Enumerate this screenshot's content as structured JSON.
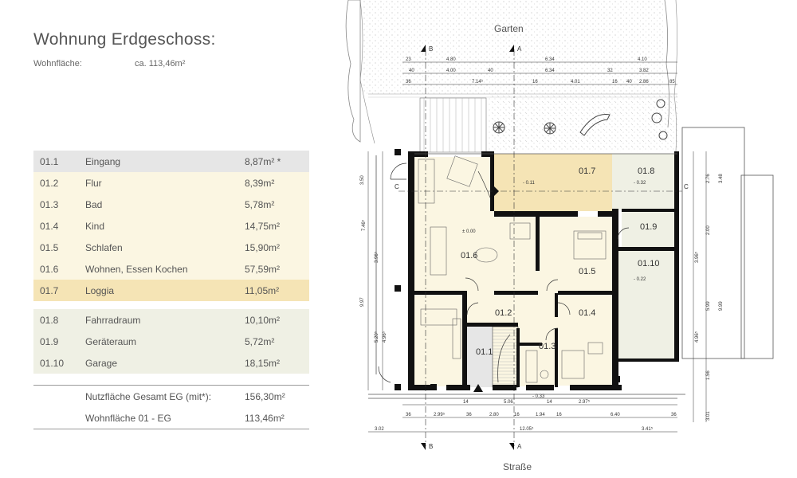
{
  "header": {
    "title": "Wohnung Erdgeschoss:",
    "living_area_label": "Wohnfläche:",
    "living_area_value": "ca. 113,46m²"
  },
  "rooms": [
    {
      "num": "01.1",
      "name": "Eingang",
      "area": "8,87m² *"
    },
    {
      "num": "01.2",
      "name": "Flur",
      "area": "8,39m²"
    },
    {
      "num": "01.3",
      "name": "Bad",
      "area": "5,78m²"
    },
    {
      "num": "01.4",
      "name": "Kind",
      "area": "14,75m²"
    },
    {
      "num": "01.5",
      "name": "Schlafen",
      "area": "15,90m²"
    },
    {
      "num": "01.6",
      "name": "Wohnen, Essen Kochen",
      "area": "57,59m²"
    },
    {
      "num": "01.7",
      "name": "Loggia",
      "area": "11,05m²"
    },
    {
      "num": "01.8",
      "name": "Fahrradraum",
      "area": "10,10m²"
    },
    {
      "num": "01.9",
      "name": "Geräteraum",
      "area": "5,72m²"
    },
    {
      "num": "01.10",
      "name": "Garage",
      "area": "18,15m²"
    }
  ],
  "totals": {
    "usable_label": "Nutzfläche Gesamt EG (mit*):",
    "usable_value": "156,30m²",
    "living_label": "Wohnfläche 01 - EG",
    "living_value": "113,46m²"
  },
  "plan": {
    "garden_label": "Garten",
    "street_label": "Straße",
    "section_marks": {
      "a": "A",
      "b": "B",
      "c": "C"
    },
    "room_labels": {
      "r011": "01.1",
      "r012": "01.2",
      "r013": "01.3",
      "r014": "01.4",
      "r015": "01.5",
      "r016": "01.6",
      "r017": "01.7",
      "r018": "01.8",
      "r019": "01.9",
      "r0110": "01.10"
    },
    "levels": {
      "l016": "± 0.00",
      "l017": "- 0.11",
      "l018": "- 0.32",
      "l0110": "- 0.22",
      "l_entry": "- 0.33"
    },
    "dims_top_1": [
      "23",
      "4.80",
      "6.34",
      "4.10"
    ],
    "dims_top_2": [
      "40",
      "4.00",
      "40",
      "6.34",
      "32",
      "3.82"
    ],
    "dims_top_3": [
      "36",
      "7.14⁵",
      "16",
      "4.01",
      "16",
      "40",
      "2.86",
      "85"
    ],
    "dims_bottom_1": [
      "14",
      "5.06",
      "14",
      "2.97⁵"
    ],
    "dims_bottom_2": [
      "36",
      "2.99⁵",
      "36",
      "2.80",
      "16",
      "1.94",
      "16",
      "6.40",
      "36"
    ],
    "dims_bottom_3": [
      "3.02",
      "12.05⁵",
      "3.41⁵"
    ],
    "dims_left": [
      "3.50",
      "7.46⁵",
      "3.96⁵",
      "9.97",
      "5.20⁵",
      "4.96⁵"
    ],
    "dims_right": [
      "2.76",
      "3.48",
      "2.00",
      "3.96⁵",
      "5.99",
      "9.99",
      "4.96⁵",
      "1.56",
      "3.01"
    ]
  },
  "colors": {
    "header_row": "#e6e6e6",
    "apartment": "#fbf6e2",
    "loggia": "#f5e4b5",
    "ancillary": "#eff0e4",
    "wall": "#111111"
  }
}
